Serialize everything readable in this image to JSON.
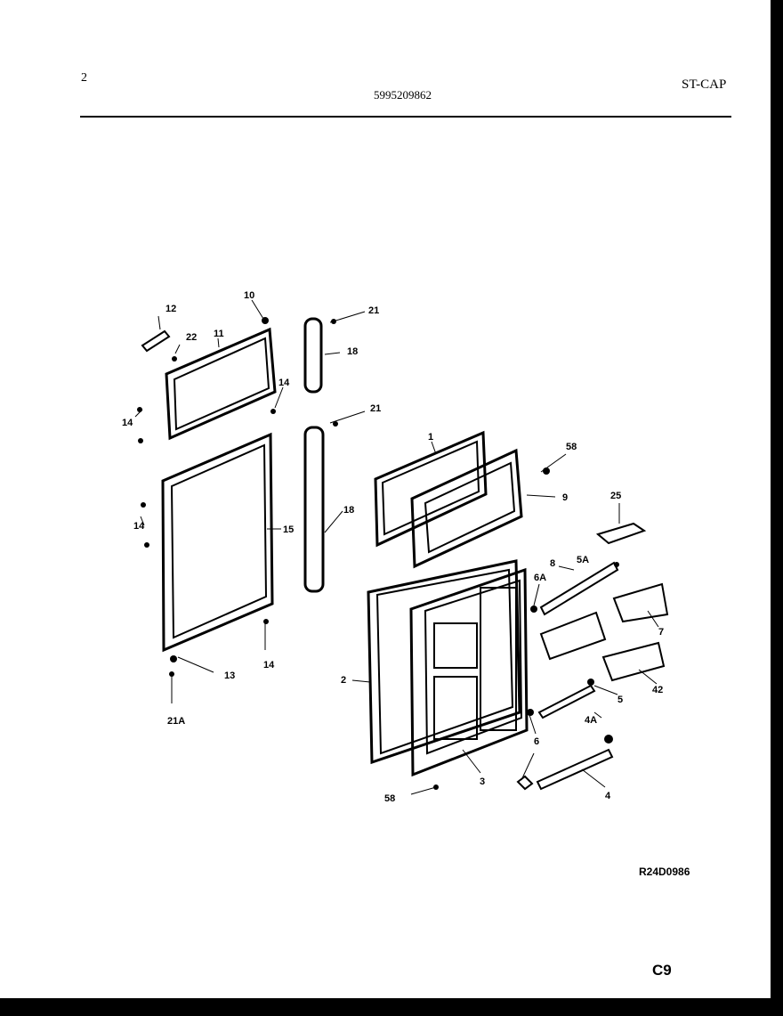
{
  "header": {
    "page_number": "2",
    "part_number": "5995209862",
    "model": "ST-CAP"
  },
  "footer": {
    "reference_code": "R24D0986",
    "page_code": "C9"
  },
  "callouts": {
    "c1": "1",
    "c2": "2",
    "c3": "3",
    "c4": "4",
    "c4a": "4A",
    "c5": "5",
    "c5a": "5A",
    "c6": "6",
    "c6a": "6A",
    "c7": "7",
    "c8": "8",
    "c9": "9",
    "c10": "10",
    "c11": "11",
    "c12": "12",
    "c13": "13",
    "c14a": "14",
    "c14b": "14",
    "c14c": "14",
    "c14d": "14",
    "c15": "15",
    "c18a": "18",
    "c18b": "18",
    "c21a": "21",
    "c21b": "21",
    "c21A": "21A",
    "c22": "22",
    "c25": "25",
    "c42": "42",
    "c58a": "58",
    "c58b": "58"
  }
}
